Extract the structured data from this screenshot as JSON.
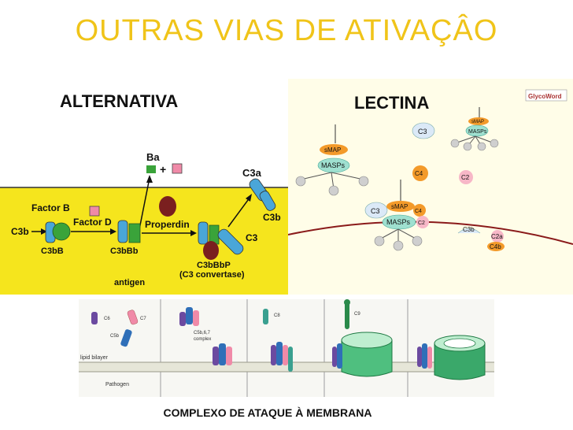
{
  "title": "OUTRAS VIAS DE ATIVAÇÂO",
  "alternative": {
    "heading": "ALTERNATIVA",
    "labels": {
      "ba": "Ba",
      "plus": "+",
      "c3a": "C3a",
      "factor_b": "Factor B",
      "factor_d": "Factor D",
      "c3b_left": "C3b",
      "c3bb": "C3bB",
      "c3bbb": "C3bBb",
      "properdin": "Properdin",
      "c3bbbp": "C3bBbP",
      "c3_convertase": "(C3 convertase)",
      "c3b_right": "C3b",
      "c3": "C3",
      "antigen": "antigen"
    }
  },
  "lectin": {
    "heading": "LECTINA",
    "logo": "GlycoWord",
    "labels": {
      "smap_top": "sMAP",
      "masps_top": "MASPs",
      "smap_left": "sMAP",
      "masps_left": "MASPs",
      "c3_top": "C3",
      "c4_mid": "C4",
      "c2_mid": "C2",
      "c3_low": "C3",
      "smap_center": "sMAP",
      "masps_center": "MASPs",
      "c4_center": "C4",
      "c2_center": "C2",
      "c3b": "C3b",
      "c2a": "C2a",
      "c4b": "C4b"
    }
  },
  "mac": {
    "labels": {
      "c6": "C6",
      "c7": "C7",
      "c5b": "C5b",
      "c5b67": "C5b,6,7",
      "complex": "complex",
      "c8": "C8",
      "c9": "C9",
      "lipid_bilayer": "lipid bilayer",
      "pathogen": "Pathogen"
    }
  },
  "caption": "COMPLEXO DE ATAQUE À MEMBRANA",
  "colors": {
    "title": "#f0c419",
    "yellow_bg": "#f5e51d",
    "blue": "#4aa6d8",
    "green": "#3aa33a",
    "maroon": "#7a1f1f",
    "pink": "#f08aa8",
    "orange": "#f39a2a",
    "membrane": "#8a1a1a"
  }
}
